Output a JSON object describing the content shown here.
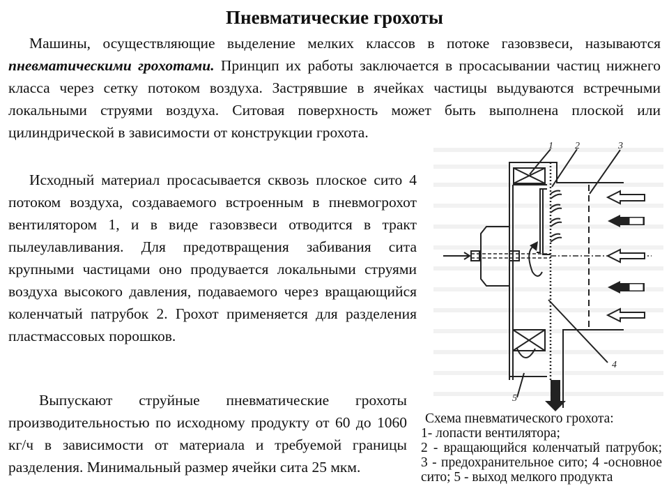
{
  "slide": {
    "title": "Пневматические грохоты",
    "paragraph1": {
      "lead": "Машины, осуществляющие выделение мелких классов в потоке газовзвеси, называются ",
      "emphasis": "пневматическими грохотами.",
      "tail": " Принцип их работы заключается в просасывании частиц нижнего класса через сетку потоком воздуха. Застрявшие в ячейках частицы выдуваются встречными локальными струями воздуха. Ситовая поверхность может быть выполнена плоской или цилиндрической в зависимости от конструкции грохота."
    },
    "paragraph2": "Исходный материал просасывается сквозь плоское сито 4 потоком воздуха, создаваемого встроенным в пневмогрохот вентилятором 1, и в виде газовзвеси отводится в тракт пылеулавливания. Для предотвращения забивания сита крупными частицами оно продувается локальными струями воздуха высокого давления, подаваемого через вращающийся коленчатый патрубок 2. Грохот применяется для разделения пластмассовых порошков.",
    "paragraph3": "Выпускают струйные пневматические грохоты производительностью по исходному продукту от 60 до 1060 кг/ч в зависимости от материала и требуемой границы разделения. Минимальный размер ячейки сита 25 мкм.",
    "figure": {
      "labels": [
        "1",
        "2",
        "3",
        "4",
        "5"
      ],
      "caption_lines": [
        "Схема пневматического грохота:",
        "1- лопасти вентилятора;",
        "2 - вращающийся коленчатый патрубок; 3 - предохранительное сито; 4 -основное сито; 5 - выход мелкого продукта"
      ]
    }
  }
}
